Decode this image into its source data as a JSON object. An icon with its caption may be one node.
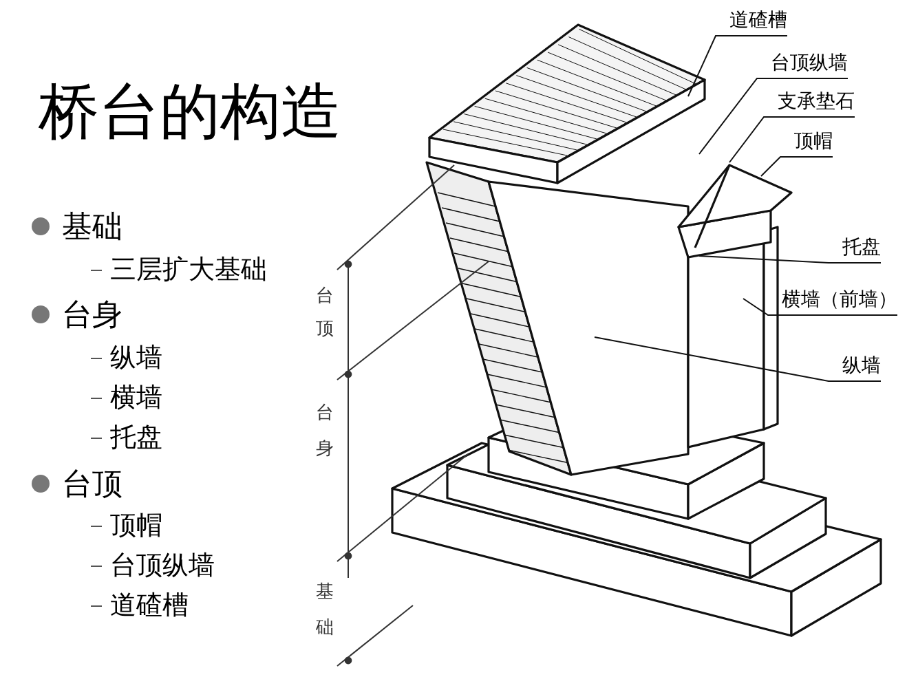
{
  "diagram": {
    "title": "桥台的构造",
    "nodes": [
      {
        "text": [
          "道碴槽"
        ]
      },
      {
        "text": [
          "台顶纵墙"
        ]
      },
      {
        "text": [
          "支承垫石"
        ]
      },
      {
        "text": [
          "顶帽"
        ]
      },
      {
        "text": [
          "托盘"
        ]
      },
      {
        "text": [
          "横墙（前墙）"
        ]
      },
      {
        "text": [
          "纵墙"
        ]
      }
    ],
    "edges": [
      {
        "from": 0,
        "to": null,
        "arrow": "none"
      },
      {
        "from": 1,
        "to": null,
        "arrow": "none"
      },
      {
        "from": 2,
        "to": null,
        "arrow": "none"
      },
      {
        "from": 3,
        "to": null,
        "arrow": "none"
      },
      {
        "from": 4,
        "to": null,
        "arrow": "none"
      },
      {
        "from": 5,
        "to": null,
        "arrow": "none"
      },
      {
        "from": 6,
        "to": null,
        "arrow": "none"
      }
    ],
    "labels": [
      "基础",
      "三层扩大基础",
      "台身",
      "纵墙",
      "横墙",
      "托盘",
      "台顶",
      "顶帽",
      "台顶纵墙",
      "道碴槽",
      "台顶",
      "台身",
      "基础"
    ]
  }
}
